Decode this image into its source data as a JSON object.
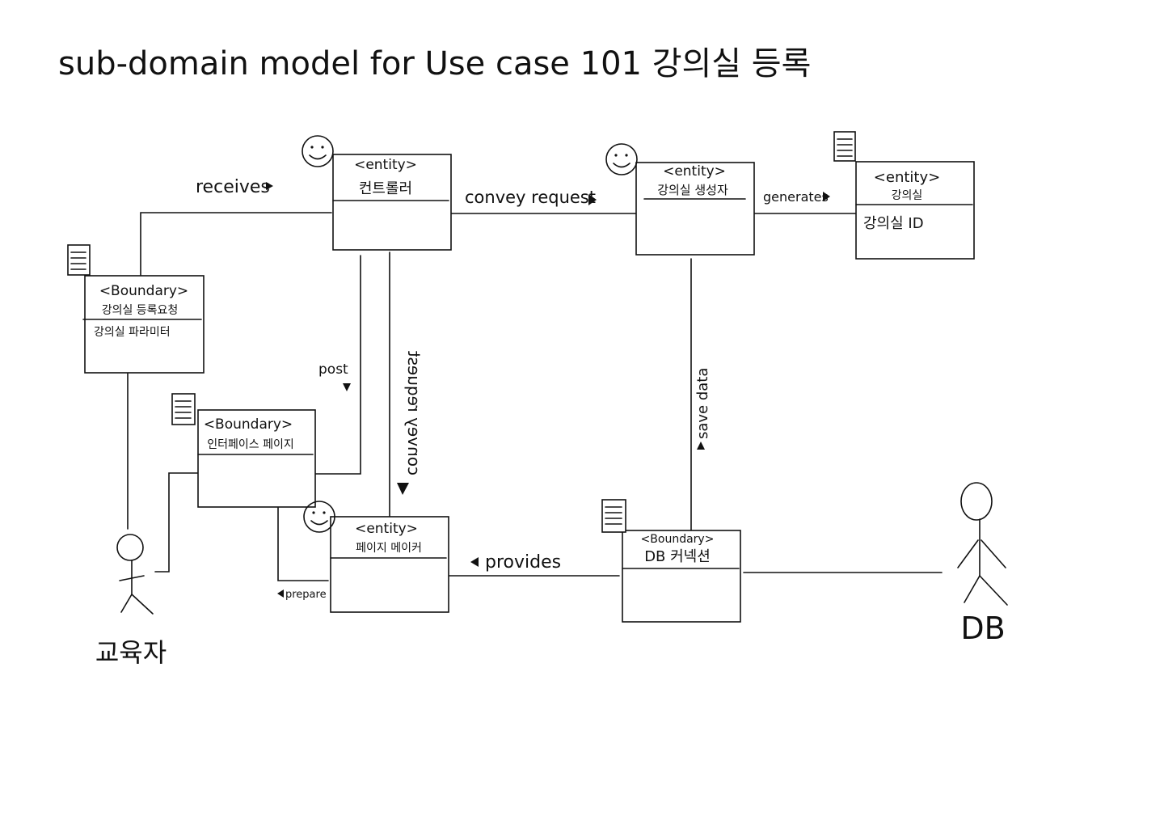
{
  "title": "sub-domain model for Use case 101 강의실 등록",
  "classes": {
    "controller": {
      "stereotype": "<entity>",
      "name": "컨트롤러",
      "attribute": ""
    },
    "classroom_creator": {
      "stereotype": "<entity>",
      "name": "강의실 생성자",
      "attribute": ""
    },
    "classroom": {
      "stereotype": "<entity>",
      "name": "강의실",
      "attribute": "강의실 ID"
    },
    "registration_request": {
      "stereotype": "<Boundary>",
      "name": "강의실 등록요청",
      "attribute": "강의실 파라미터"
    },
    "interface_page": {
      "stereotype": "<Boundary>",
      "name": "인터페이스 페이지",
      "attribute": ""
    },
    "page_maker": {
      "stereotype": "<entity>",
      "name": "페이지 메이커",
      "attribute": ""
    },
    "db_connection": {
      "stereotype": "<Boundary>",
      "name": "DB 커넥션",
      "attribute": ""
    }
  },
  "associations": {
    "receives": "receives",
    "convey_request_top": "convey request",
    "generates": "generates",
    "post": "post",
    "convey_request_vertical": "convey request",
    "save_data": "save data",
    "provides": "provides",
    "prepare": "prepare"
  },
  "actors": {
    "educator": "교육자",
    "db": "DB"
  },
  "icons": {
    "entity": "smiley-face-icon",
    "boundary": "document-icon"
  }
}
